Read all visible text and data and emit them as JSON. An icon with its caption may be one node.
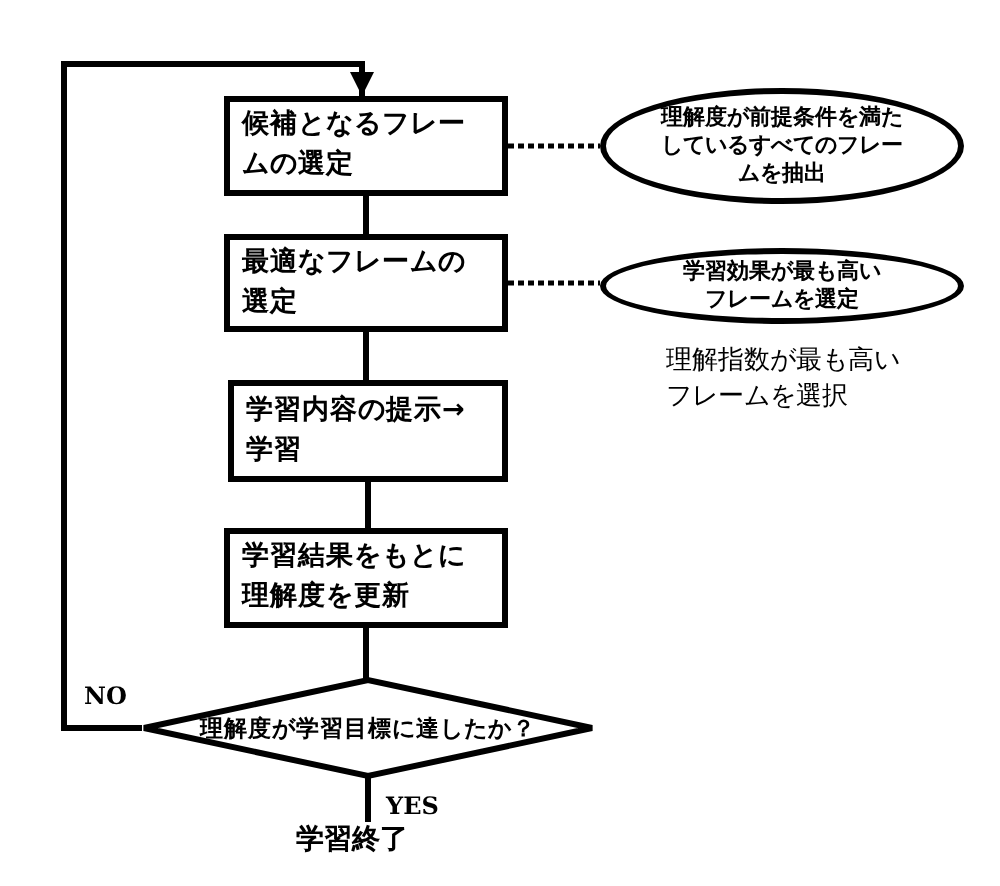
{
  "diagram": {
    "nodes": [
      {
        "text": [
          "候補となるフレームの選定"
        ]
      },
      {
        "text": [
          "理解度が前提条件を満たしているすべてのフレームを抽出"
        ]
      },
      {
        "text": [
          "最適なフレームの選定"
        ]
      },
      {
        "text": [
          "学習効果が最も高いフレームを選定"
        ]
      },
      {
        "text": [
          "学習内容の提示→学習"
        ]
      },
      {
        "text": [
          "学習結果をもとに理解度を更新"
        ]
      },
      {
        "text": [
          "理解度が学習目標に達したか？"
        ]
      },
      {
        "text": [
          "学習終了"
        ]
      }
    ],
    "edges": [
      {
        "from": 0,
        "to": 1,
        "arrow": "none",
        "style": "dashed"
      },
      {
        "from": 0,
        "to": 2,
        "arrow": "none"
      },
      {
        "from": 2,
        "to": 3,
        "arrow": "none",
        "style": "dashed"
      },
      {
        "from": 2,
        "to": 4,
        "arrow": "none"
      },
      {
        "from": 4,
        "to": 5,
        "arrow": "none"
      },
      {
        "from": 5,
        "to": 6,
        "arrow": "none"
      },
      {
        "from": 6,
        "to": 0,
        "arrow": "to",
        "label": "NO"
      },
      {
        "from": 6,
        "to": 7,
        "arrow": "none",
        "label": "YES"
      }
    ],
    "labels": [
      "理解指数が最も高いフレームを選択"
    ]
  }
}
